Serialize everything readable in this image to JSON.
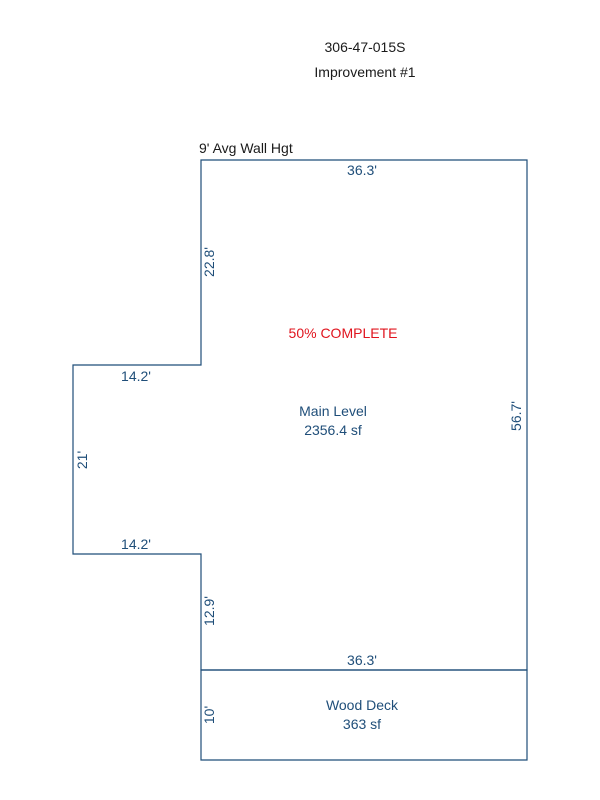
{
  "header": {
    "parcel_id": "306-47-015S",
    "improvement": "Improvement #1"
  },
  "wall_height_note": "9' Avg Wall Hgt",
  "status_text": "50% COMPLETE",
  "areas": {
    "main": {
      "name": "Main Level",
      "area": "2356.4 sf"
    },
    "deck": {
      "name": "Wood Deck",
      "area": "363 sf"
    }
  },
  "dimensions": {
    "main_top": "36.3'",
    "main_left_upper": "22.8'",
    "notch_top": "14.2'",
    "notch_left": "21'",
    "notch_bottom": "14.2'",
    "main_left_lower": "12.9'",
    "main_right": "56.7'",
    "main_bottom": "36.3'",
    "deck_left": "10'"
  },
  "colors": {
    "outline": "#1f4e79",
    "dimension_text": "#1f4e79",
    "status": "#e0141e",
    "header_text": "#1a1a1a"
  }
}
